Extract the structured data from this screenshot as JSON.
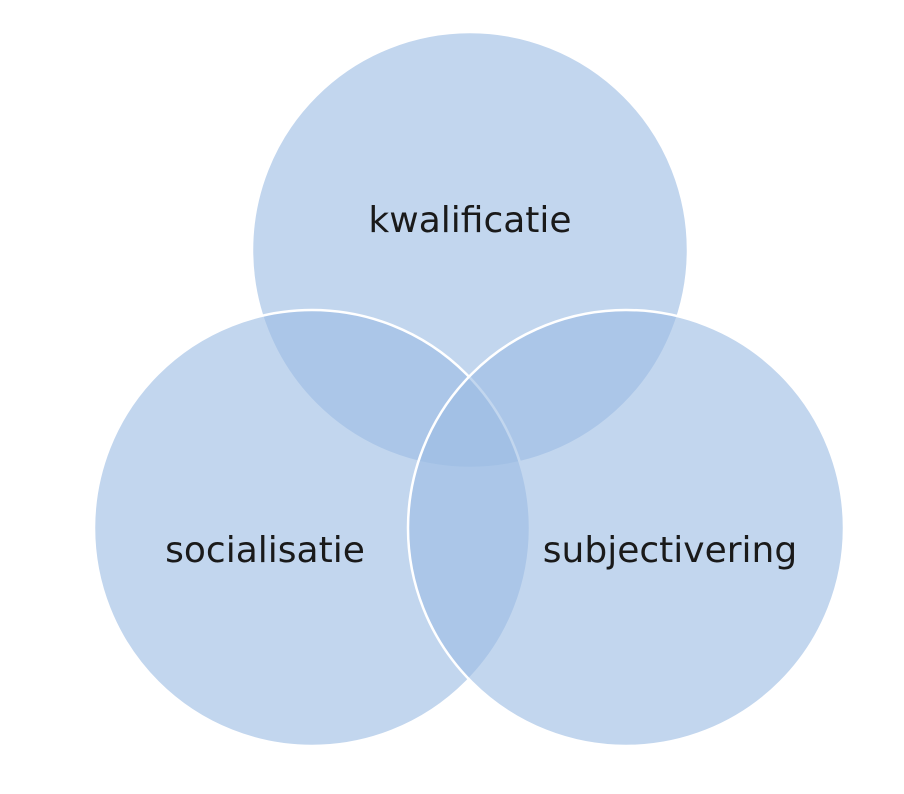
{
  "diagram": {
    "type": "venn",
    "colors": {
      "fill": "#9dbde3",
      "stroke": "#ffffff",
      "background": "#ffffff"
    },
    "sets": [
      {
        "id": "kwalificatie",
        "label": "kwalificatie"
      },
      {
        "id": "socialisatie",
        "label": "socialisatie"
      },
      {
        "id": "subjectivering",
        "label": "subjectivering"
      }
    ]
  }
}
